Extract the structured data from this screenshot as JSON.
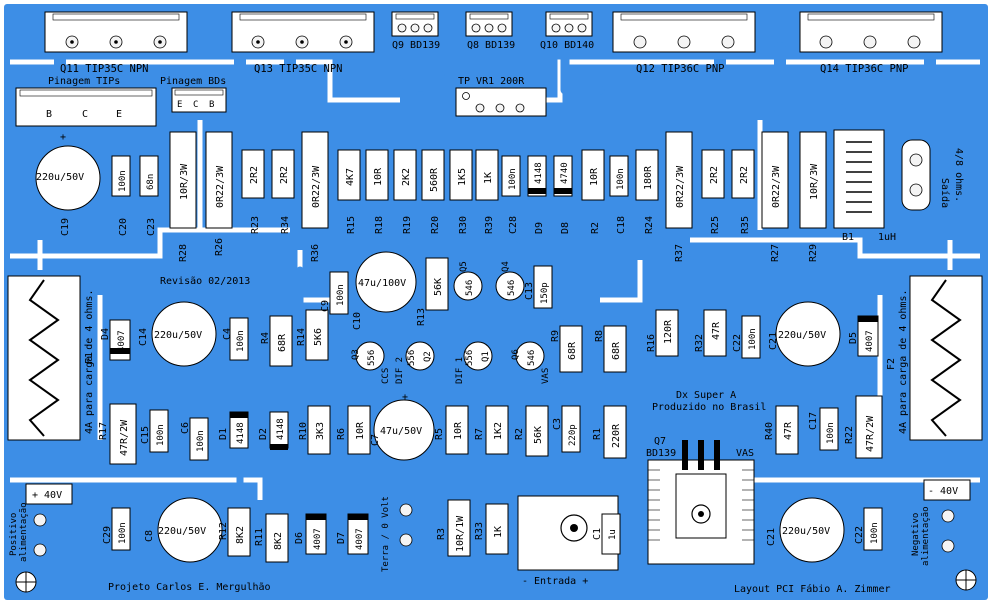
{
  "colors": {
    "copper": "#3d8ee6",
    "background": "#ffffff",
    "silk": "#000000",
    "pad": "#f4f4f4"
  },
  "transistors": {
    "q11": "Q11 TIP35C NPN",
    "q13": "Q13 TIP35C NPN",
    "q9": "Q9 BD139",
    "q8": "Q8 BD139",
    "q10": "Q10 BD140",
    "q12": "Q12 TIP36C PNP",
    "q14": "Q14 TIP36C PNP",
    "q7": "Q7",
    "q7_type": "BD139",
    "vas": "VAS"
  },
  "pinout": {
    "tips_title": "Pinagem TIPs",
    "bds_title": "Pinagem BDs",
    "b": "B",
    "c": "C",
    "e": "E",
    "bd_e": "E",
    "bd_c": "C",
    "bd_b": "B"
  },
  "trimpot": "TP VR1 200R",
  "revision": "Revisão 02/2013",
  "credits": {
    "project": "Projeto Carlos E. Mergulhão",
    "layout": "Layout PCI Fábio A. Zimmer",
    "title_line1": "Dx Super A",
    "title_line2": "Produzido no Brasil"
  },
  "connectors": {
    "input": "- Entrada +",
    "ground": "Terra / 0 Volt",
    "output": "Saída",
    "output_load": "4/8 ohms.",
    "pos_supply_value": "+ 40V",
    "pos_supply_label_1": "Positivo",
    "pos_supply_label_2": "alimentação",
    "neg_supply_value": "- 40V",
    "neg_supply_label_1": "Negativo",
    "neg_supply_label_2": "alimentação"
  },
  "fuses": {
    "f1": "F1",
    "f2": "F2",
    "f1_note": "4A para carga de 4 ohms.",
    "f2_note": "4A para carga de 4 ohms."
  },
  "values": {
    "cap_220u": "220u/50V",
    "cap_47u100": "47u/100V",
    "cap_47u50": "47u/50V",
    "cap_100n": "100n",
    "cap_68n": "68n",
    "cap_150p": "150p",
    "cap_220p": "220p",
    "cap_1u": "1u",
    "r_10r3w": "10R/3W",
    "r_0r22": "0R22/3W",
    "r_2r2": "2R2",
    "r_4k7": "4K7",
    "r_10r": "10R",
    "r_2k2": "2K2",
    "r_560r": "560R",
    "r_1k5": "1K5",
    "r_1k": "1K",
    "r_180r": "180R",
    "r_56k": "56K",
    "r_68r": "68R",
    "r_120r": "120R",
    "r_47r": "47R",
    "r_5k6": "5K6",
    "r_3k3": "3K3",
    "r_1k2": "1K2",
    "r_220r": "220R",
    "r_47r2w": "47R/2W",
    "r_8k2": "8K2",
    "r_10r1w": "10R/1W",
    "d_4148": "4148",
    "d_4740": "4740",
    "d_4007": "4007",
    "t_556": "556",
    "t_546": "546",
    "inductor": "1uH",
    "dif1": "DIF 1",
    "dif2": "DIF 2",
    "ccs": "CCS"
  },
  "refs": {
    "c19": "C19",
    "c20": "C20",
    "c23": "C23",
    "r28": "R28",
    "r26": "R26",
    "r23": "R23",
    "r34": "R34",
    "r36": "R36",
    "r15": "R15",
    "r18": "R18",
    "r19": "R19",
    "r20": "R20",
    "r30": "R30",
    "r39": "R39",
    "c28": "C28",
    "d9": "D9",
    "d8": "D8",
    "r2x": "R2",
    "c18": "C18",
    "r24": "R24",
    "r37": "R37",
    "r25": "R25",
    "r35": "R35",
    "r27": "R27",
    "r29": "R29",
    "b1": "B1",
    "c9": "C9",
    "c10": "C10",
    "r13": "R13",
    "d4": "D4",
    "c14": "C14",
    "c4": "C4",
    "r4": "R4",
    "r14": "R14",
    "q5": "Q5",
    "q3": "Q3",
    "q2": "Q2",
    "q1": "Q1",
    "q6": "Q6",
    "q4": "Q4",
    "c13": "C13",
    "r9": "R9",
    "r8": "R8",
    "r16": "R16",
    "r32": "R32",
    "c22": "C22",
    "c21": "C21",
    "d5": "D5",
    "r17": "R17",
    "c15": "C15",
    "c6": "C6",
    "d1": "D1",
    "d2": "D2",
    "r10": "R10",
    "r6": "R6",
    "c7": "C7",
    "r5": "R5",
    "r7": "R7",
    "r2": "R2",
    "c3": "C3",
    "r1": "R1",
    "r40": "R40",
    "c17": "C17",
    "r22": "R22",
    "c29": "C29",
    "c8": "C8",
    "r12": "R12",
    "r11": "R11",
    "d6": "D6",
    "d7": "D7",
    "r3": "R3",
    "r33": "R33",
    "c1": "C1",
    "c21b": "C21",
    "c22b": "C22"
  }
}
